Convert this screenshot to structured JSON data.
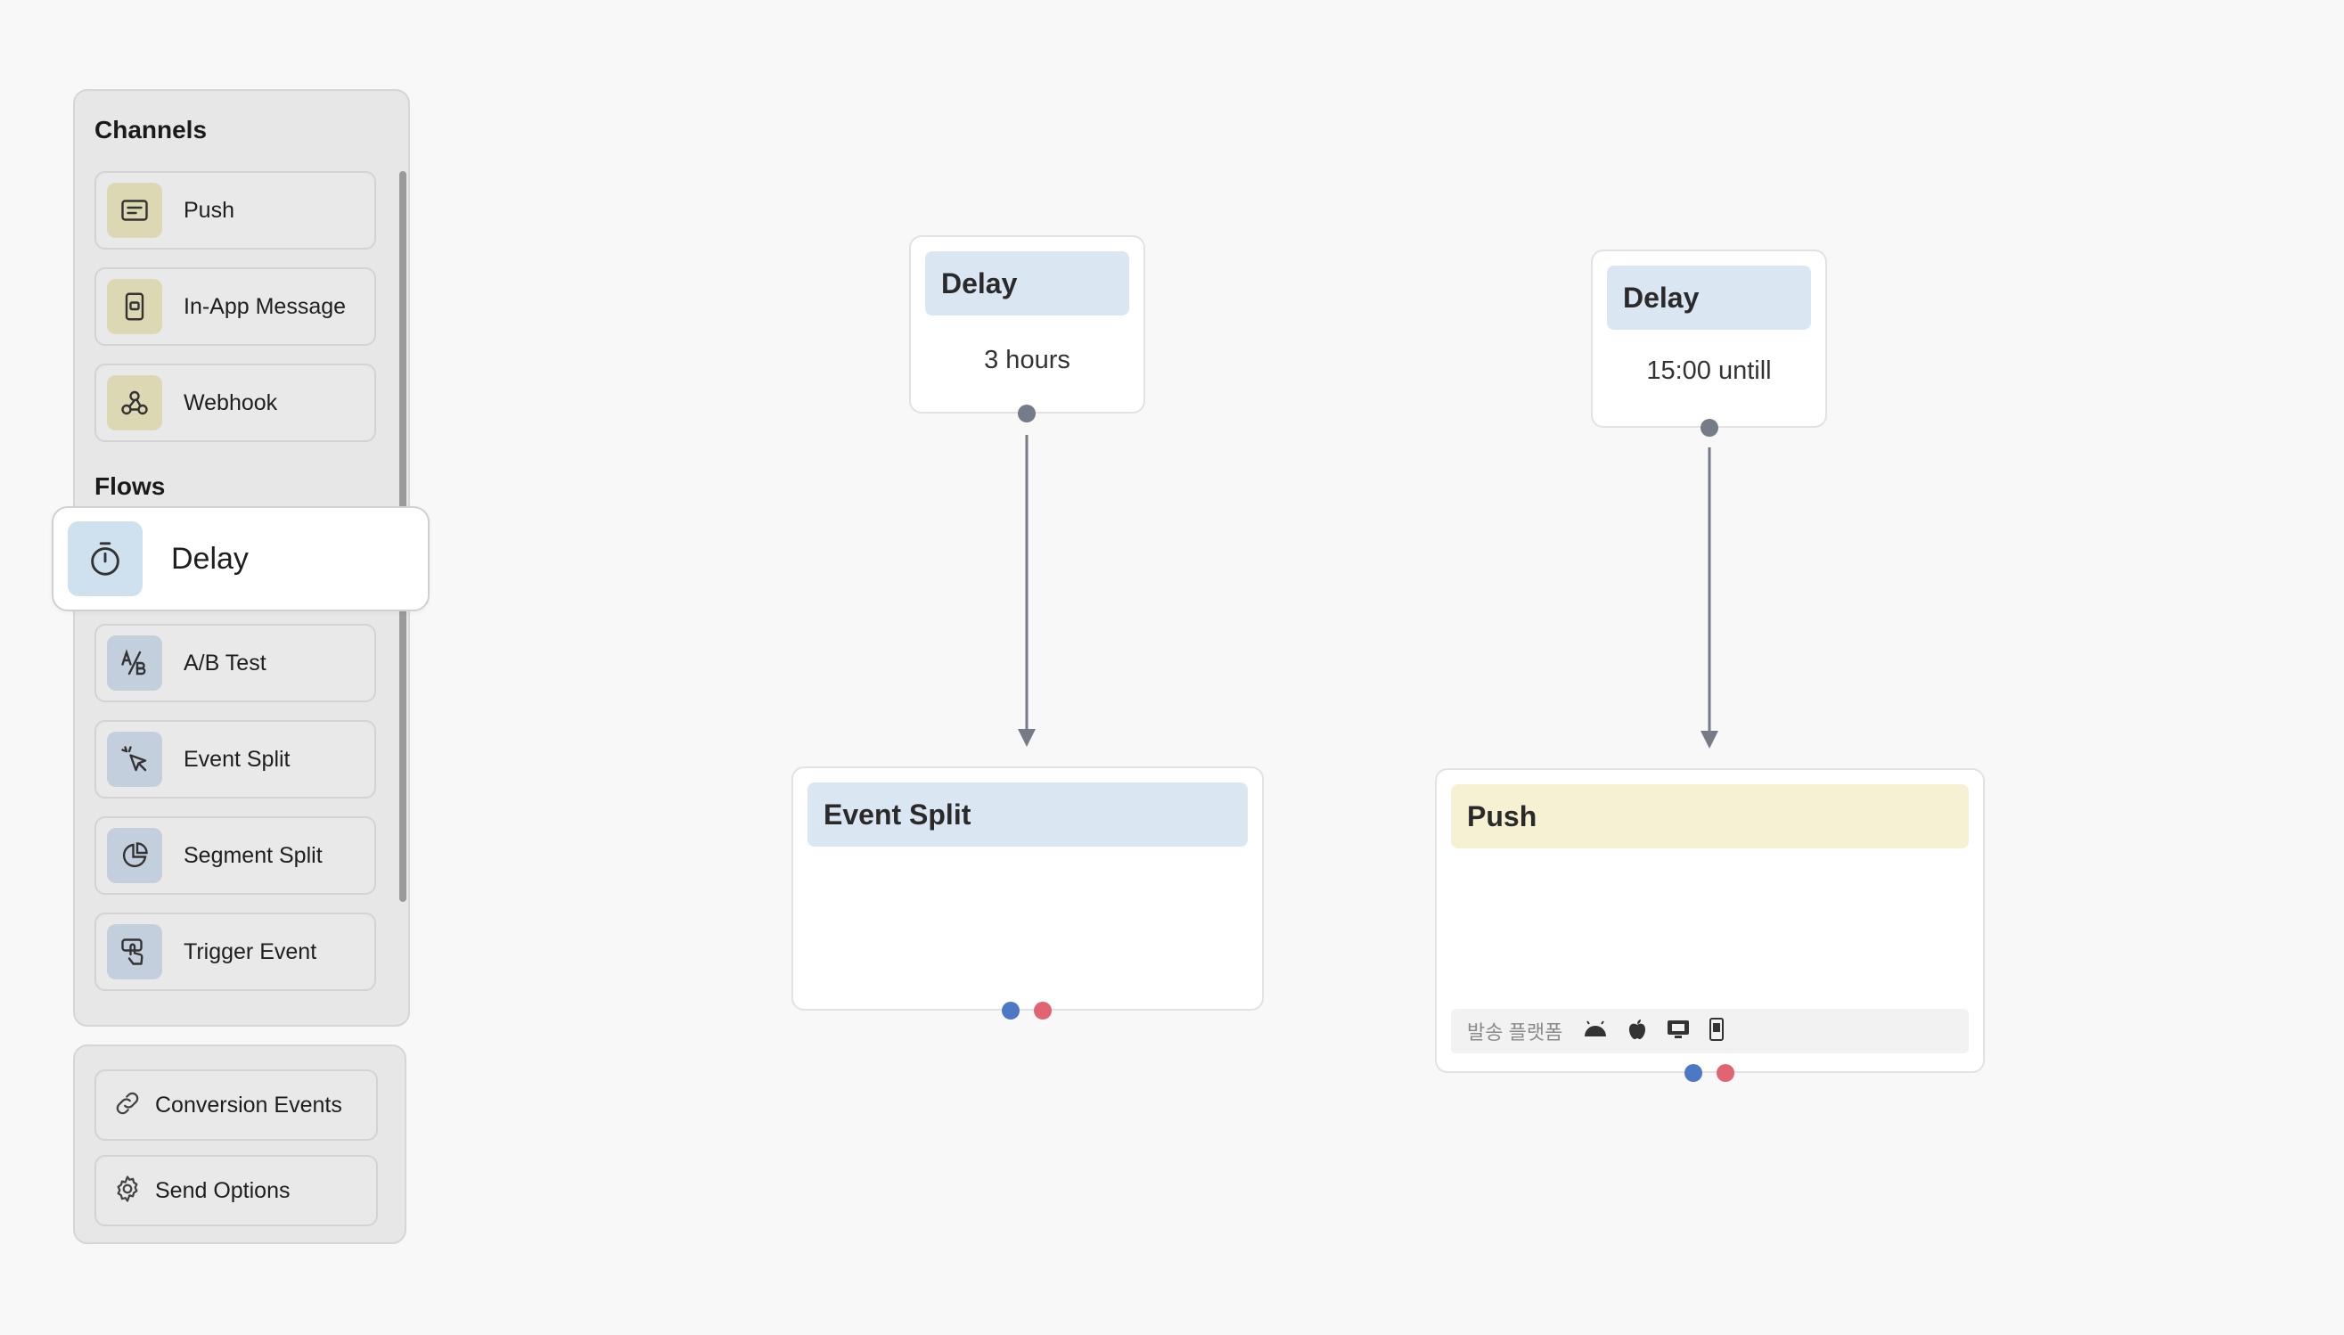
{
  "sidebar": {
    "channels_title": "Channels",
    "channels": [
      {
        "label": "Push",
        "icon": "message-icon"
      },
      {
        "label": "In-App Message",
        "icon": "phone-icon"
      },
      {
        "label": "Webhook",
        "icon": "webhook-icon"
      }
    ],
    "flows_title": "Flows",
    "flows": [
      {
        "label": "A/B Test",
        "icon": "ab-test-icon"
      },
      {
        "label": "Event Split",
        "icon": "cursor-click-icon"
      },
      {
        "label": "Segment Split",
        "icon": "pie-chart-icon"
      },
      {
        "label": "Trigger Event",
        "icon": "hand-pointer-icon"
      }
    ],
    "footer": [
      {
        "label": "Conversion Events",
        "icon": "link-icon"
      },
      {
        "label": "Send Options",
        "icon": "gear-icon"
      }
    ]
  },
  "drag_preview": {
    "label": "Delay",
    "icon": "stopwatch-icon"
  },
  "canvas": {
    "nodes": [
      {
        "title": "Delay",
        "body": "3 hours"
      },
      {
        "title": "Delay",
        "body": "15:00 untill"
      },
      {
        "title": "Event Split",
        "body": ""
      },
      {
        "title": "Push",
        "body": "",
        "platform_label": "발송 플랫폼",
        "platform_icons": [
          "android-icon",
          "apple-icon",
          "desktop-icon",
          "mobile-icon"
        ]
      }
    ]
  },
  "colors": {
    "flow_header": "#dae6f2",
    "push_header": "#f6f1d2",
    "port_blue": "#4d78c4",
    "port_red": "#e06472",
    "edge": "#757b87"
  }
}
